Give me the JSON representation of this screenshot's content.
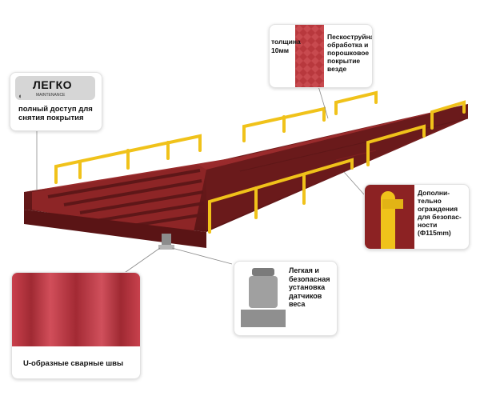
{
  "legko_badge": {
    "title": "ЛЕГКО",
    "subtitle": "MAINTENANCE",
    "caption": "полный доступ для\nснятия покрытия"
  },
  "thickness": {
    "label": "толщина\n10мм"
  },
  "sandblast": {
    "label": "Пескоструйная\nобработка и\nпорошковое\nпокрытие\nвезде"
  },
  "railing": {
    "label": "Дополни-\nтельно\nограждения\nдля безопас-\nности\n(Ф115mm)"
  },
  "sensors": {
    "label": "Легкая и\nбезопасная\nустановка\nдатчиков\nвеса"
  },
  "welds": {
    "label": "U-образные сварные швы"
  },
  "colors": {
    "deck": "#9b2a2a",
    "deck_dark": "#6f1e1f",
    "rail": "#f0c21a"
  },
  "icons": [
    "wrench-icon",
    "plate-pattern",
    "rail-post-detail",
    "load-cell-sensor",
    "u-weld-detail"
  ]
}
